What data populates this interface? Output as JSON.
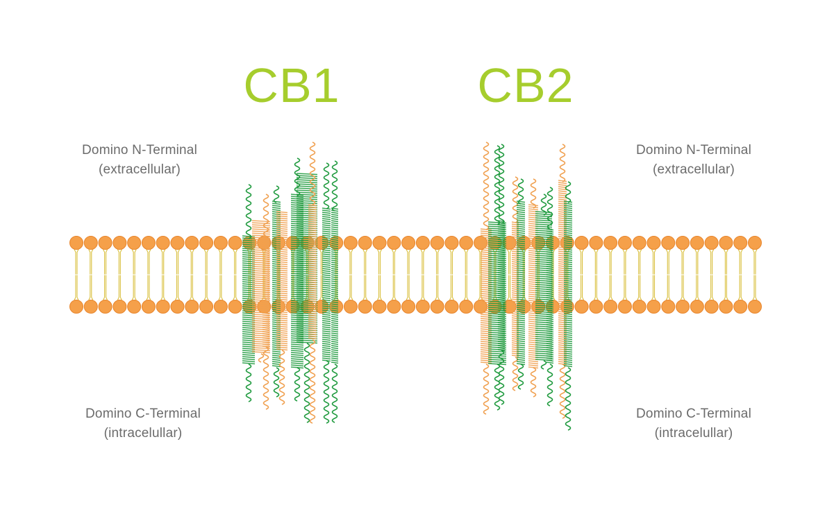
{
  "receptors": [
    {
      "name": "CB1"
    },
    {
      "name": "CB2"
    }
  ],
  "left": {
    "n_terminal": {
      "line1": "Domino N-Terminal",
      "line2": "(extracellular)"
    },
    "c_terminal": {
      "line1": "Domino C-Terminal",
      "line2": "(intracelullar)"
    }
  },
  "right": {
    "n_terminal": {
      "line1": "Domino N-Terminal",
      "line2": "(extracellular)"
    },
    "c_terminal": {
      "line1": "Domino C-Terminal",
      "line2": "(intracelullar)"
    }
  },
  "colors": {
    "title": "#a6cd2d",
    "lipid_head": "#f5a04a",
    "lipid_head_stroke": "#e8842a",
    "lipid_tail": "#d9bf3c",
    "helix_orange": "#f0a050",
    "helix_green": "#1f9a3e",
    "label_text": "#6b6b6b"
  }
}
